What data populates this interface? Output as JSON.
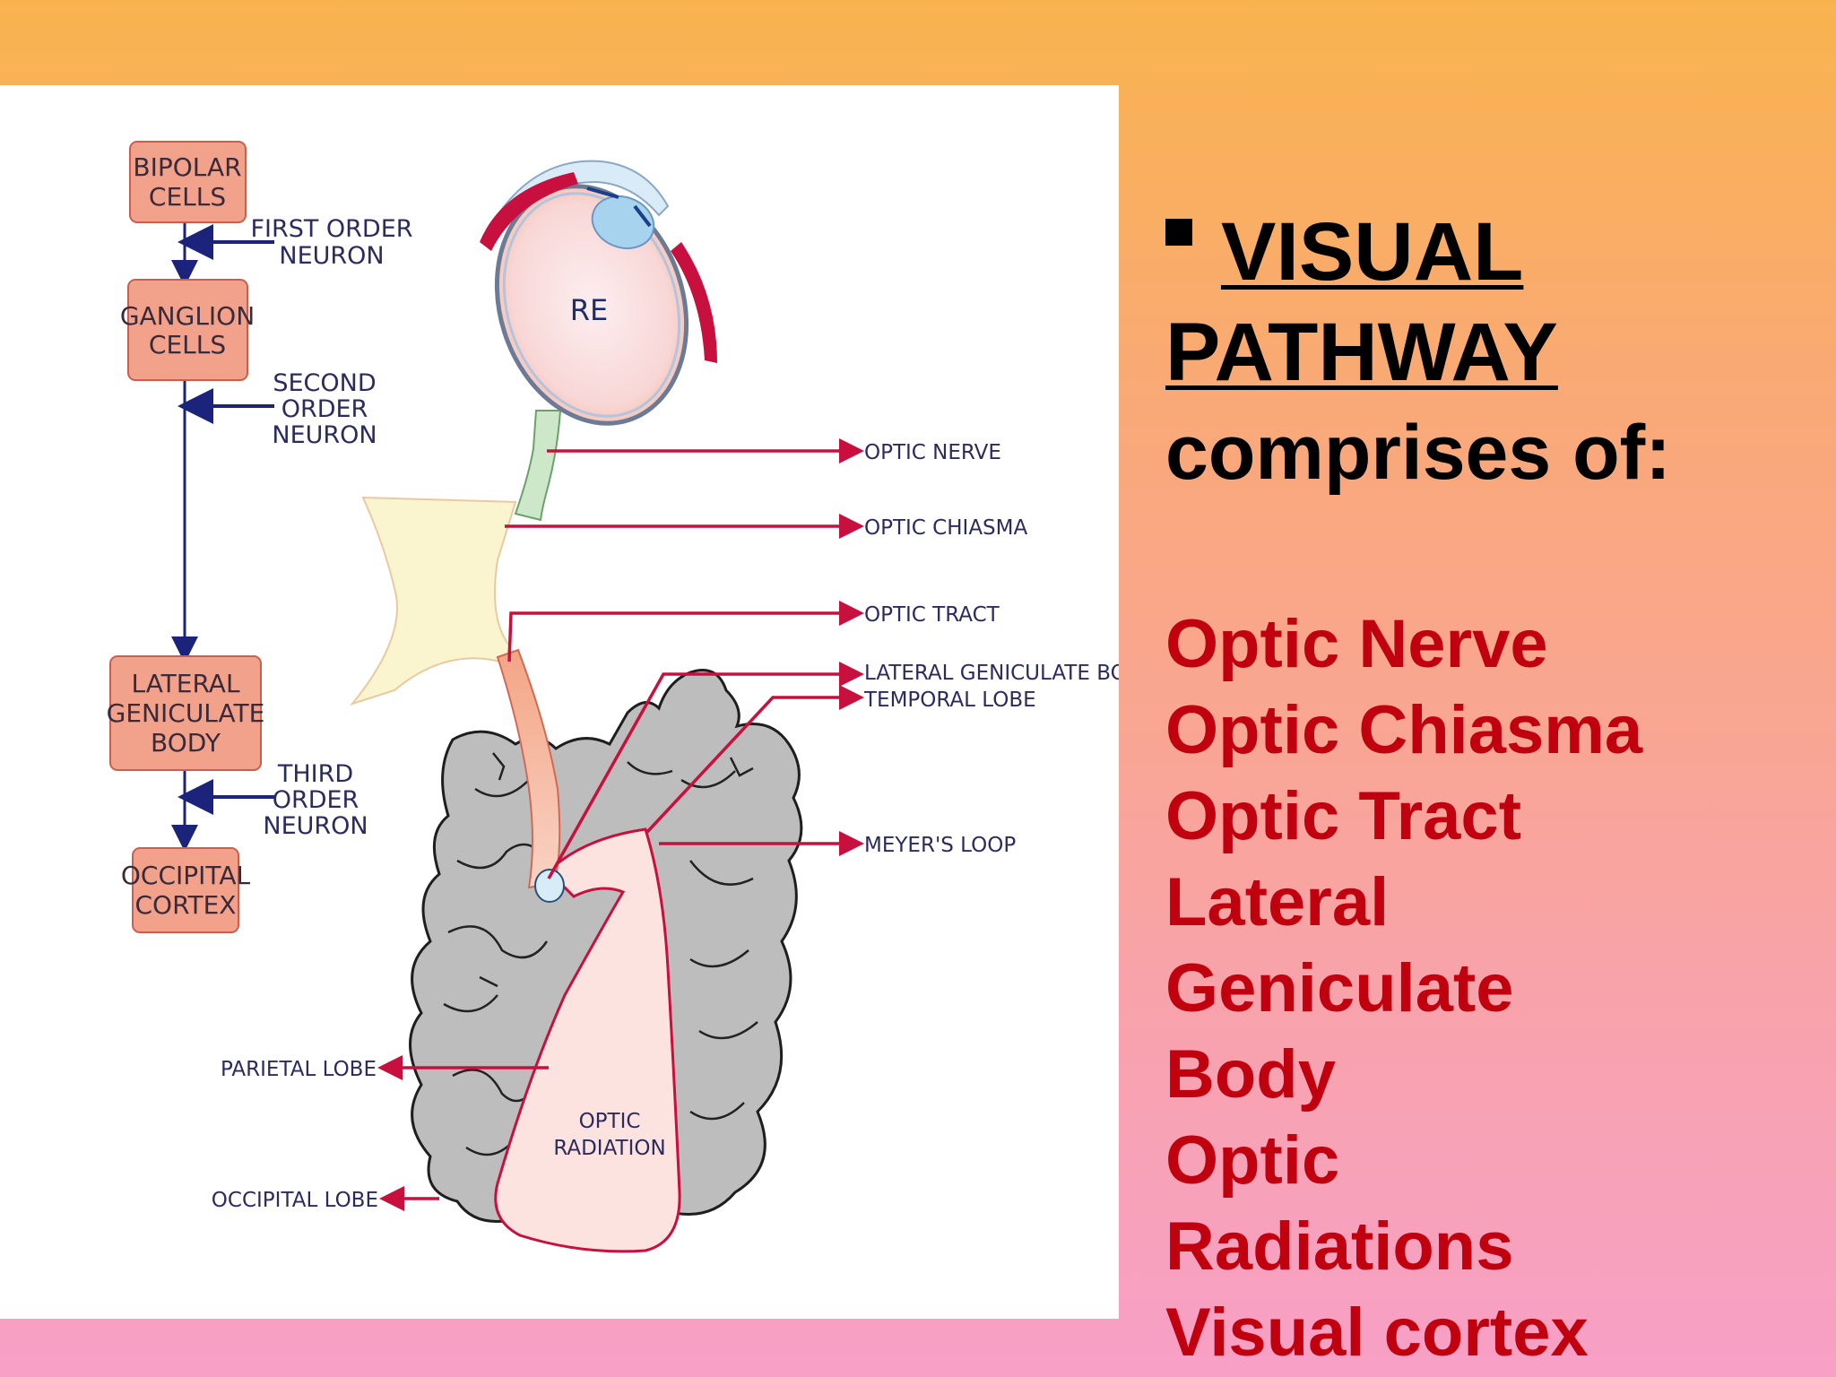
{
  "heading": {
    "bullet": "▪",
    "line1": "VISUAL",
    "line2": "PATHWAY",
    "line3": "comprises of:"
  },
  "components": [
    "Optic Nerve",
    "Optic Chiasma",
    "Optic Tract",
    "Lateral",
    "Geniculate",
    "Body",
    "Optic",
    "Radiations",
    "Visual cortex"
  ],
  "flowchart": {
    "boxes": {
      "bipolar": [
        "BIPOLAR",
        "CELLS"
      ],
      "ganglion": [
        "GANGLION",
        "CELLS"
      ],
      "lgb": [
        "LATERAL",
        "GENICULATE",
        "BODY"
      ],
      "occipital": [
        "OCCIPITAL",
        "CORTEX"
      ]
    },
    "neurons": {
      "first": [
        "FIRST ORDER",
        "NEURON"
      ],
      "second": [
        "SECOND",
        "ORDER",
        "NEURON"
      ],
      "third": [
        "THIRD",
        "ORDER",
        "NEURON"
      ]
    }
  },
  "anatomy": {
    "eye_label": "RE",
    "optic_nerve": "OPTIC NERVE",
    "optic_chiasma": "OPTIC CHIASMA",
    "optic_tract": "OPTIC TRACT",
    "lgb": "LATERAL GENICULATE BODY",
    "temporal_lobe": "TEMPORAL LOBE",
    "meyers_loop": "MEYER'S LOOP",
    "parietal_lobe": "PARIETAL LOBE",
    "occipital_lobe": "OCCIPITAL LOBE",
    "optic_radiation": [
      "OPTIC",
      "RADIATION"
    ]
  },
  "colors": {
    "box_fill": "#f2a18a",
    "arrow_blue": "#1b237a",
    "pointer_red": "#c8103e",
    "brain_gray": "#bcbcbc",
    "list_red": "#c0000e"
  }
}
